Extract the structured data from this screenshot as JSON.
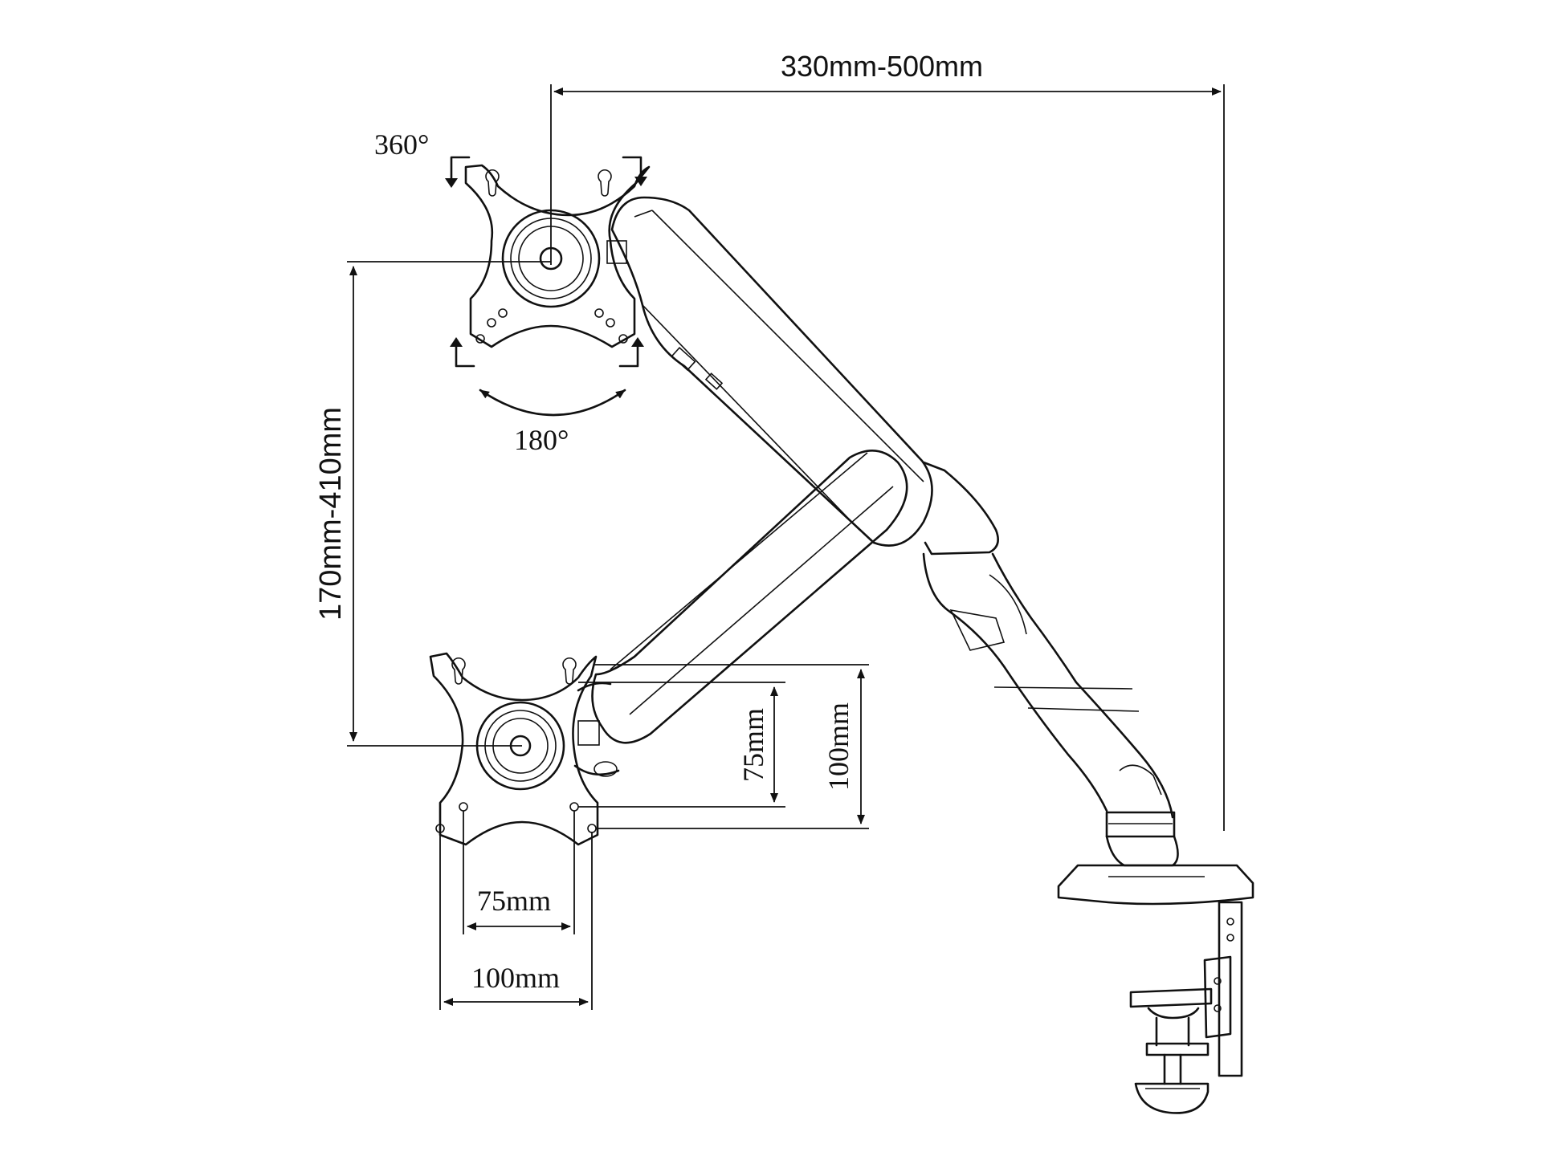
{
  "labels": {
    "width_range": "330mm-500mm",
    "height_range": "170mm-410mm",
    "rotation": "360°",
    "tilt": "180°",
    "vesa_75_horizontal": "75mm",
    "vesa_100_horizontal": "100mm",
    "vesa_75_vertical": "75mm",
    "vesa_100_vertical": "100mm"
  }
}
